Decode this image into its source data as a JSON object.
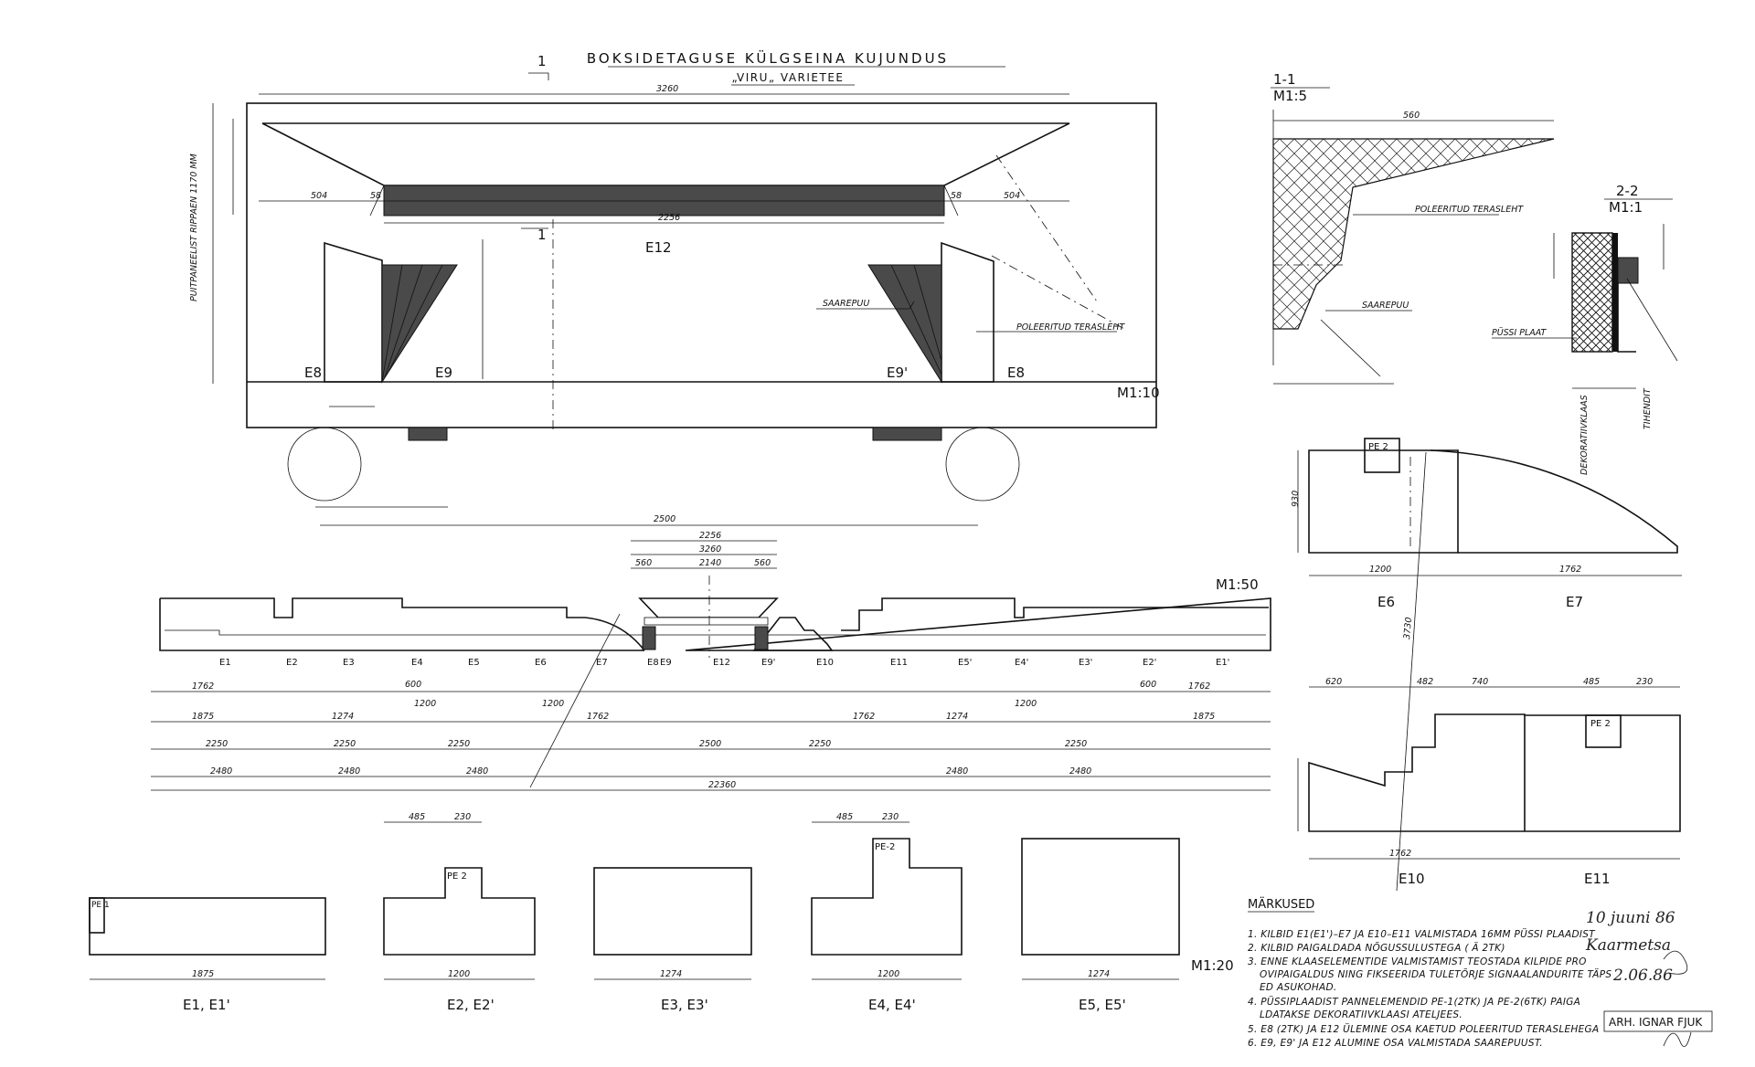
{
  "title": "BOKSIDETAGUSE KÜLGSEINA KUJUNDUS",
  "subtitle": "„VIRU„ VARIETEE",
  "section_marker": "1",
  "panel_label": "PUITPANEELIST RIPPAEN 1170 MM",
  "elevation_labels": {
    "e12": "E12",
    "e8a": "E8",
    "e9": "E9",
    "e9b": "E9'",
    "e8b": "E8",
    "material_wood": "SAAREPUU",
    "material_steel": "POLEERITUD TERASLEHT"
  },
  "scales": {
    "main": "M1:10",
    "long": "M1:50",
    "parts": "M1:20"
  },
  "section11": {
    "label": "1-1",
    "scale": "M1:5",
    "steel": "POLEERITUD TERASLEHT",
    "wood": "SAAREPUU"
  },
  "section22": {
    "label": "2-2",
    "scale": "M1:1",
    "plate": "PÜSSI PLAAT",
    "deco_glass": "DEKORATIIVKLAAS",
    "sealant": "TIHENDIT"
  },
  "pe_labels": {
    "pe1": "PE 1",
    "pe2": "PE 2",
    "pe2b": "PE-2"
  },
  "part_labels": {
    "e6": "E6",
    "e7": "E7",
    "e10": "E10",
    "e11": "E11",
    "e1": "E1, E1'",
    "e2": "E2, E2'",
    "e3": "E3, E3'",
    "e4": "E4, E4'",
    "e5": "E5, E5'"
  },
  "strip_labels": [
    "E1",
    "E2",
    "E3",
    "E4",
    "E5",
    "E6",
    "E7",
    "E8",
    "E9",
    "E12",
    "E9'",
    "E10",
    "E11",
    "E5'",
    "E4'",
    "E3'",
    "E2'",
    "E1'"
  ],
  "dims": {
    "d3260": "3260",
    "d2256": "2256",
    "d504": "504",
    "d58": "58",
    "d2500": "2500",
    "d560": "560",
    "d2140": "2140",
    "d22360": "22360",
    "d1762": "1762",
    "d1200": "1200",
    "d1875": "1875",
    "d1274": "1274",
    "d2480": "2480",
    "d2250": "2250",
    "d485": "485",
    "d230": "230",
    "d600": "600",
    "d620": "620",
    "d482": "482",
    "d740": "740",
    "d930": "930",
    "d3730": "3730"
  },
  "notes": {
    "heading": "MÄRKUSED",
    "items": [
      "1. KILBID E1(E1')–E7 JA E10–E11 VALMISTADA 16MM PÜSSI PLAADIST",
      "2. KILBID PAIGALDADA NÕGUSSULUSTEGA ( Ä 2TK)",
      "3. ENNE KLAASELEMENTIDE VALMISTAMIST TEOSTADA KILPIDE PROOVIPAIGALDUS NING FIKSEERIDA TULETÕRJE SIGNAALANDURITE TÄPSED ASUKOHAD.",
      "4. PÜSSIPLAADIST PANNELEMENDID PE-1(2TK) JA PE-2(6TK) PAIGALDATAKSE DEKORATIIVKLAASI ATELJEES.",
      "5. E8 (2TK) JA E12 ÜLEMINE OSA KAETUD POLEERITUD TERASLEHEGA",
      "6. E9, E9' JA E12 ALUMINE OSA VALMISTADA SAAREPUUST."
    ]
  },
  "architect": "ARH. IGNAR FJUK",
  "handwriting": {
    "date1": "10 juuni 86",
    "name": "Kaarmetsa",
    "date2": "2.06.86"
  }
}
